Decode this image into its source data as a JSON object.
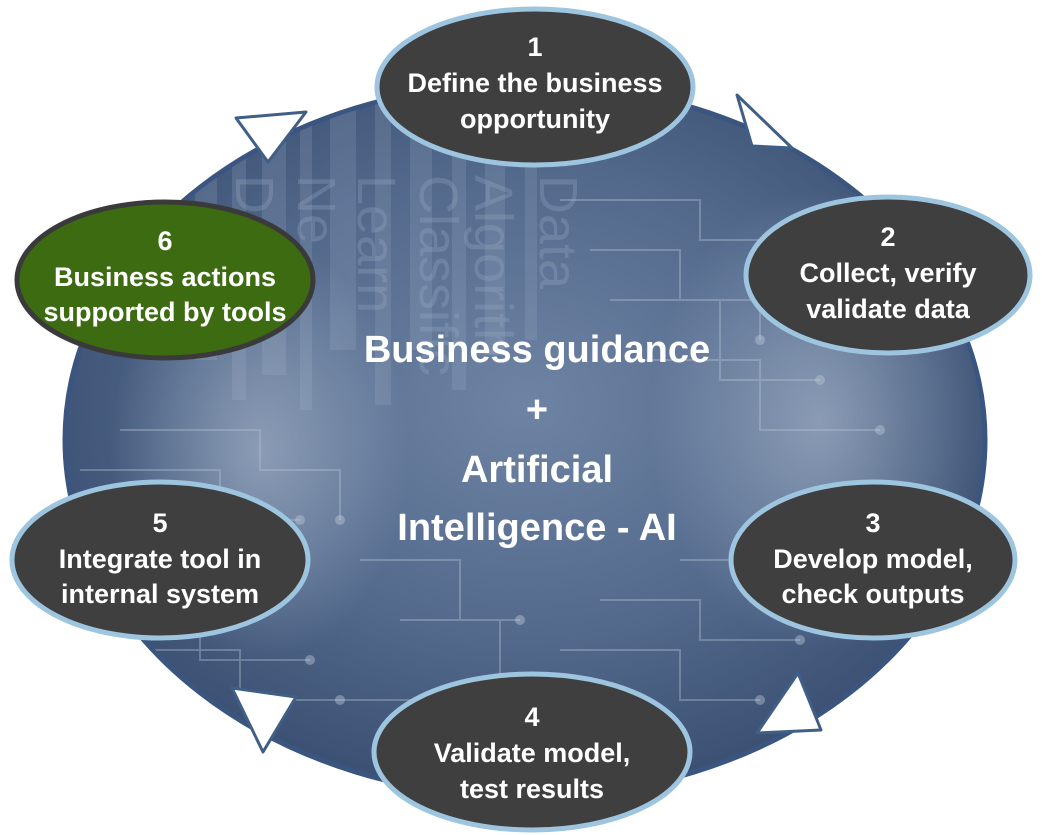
{
  "center": {
    "lines": [
      "Business guidance",
      "+",
      "Artificial",
      "Intelligence - AI"
    ]
  },
  "steps": [
    {
      "number": "1",
      "line1": "Define the business",
      "line2": "opportunity",
      "highlight": false
    },
    {
      "number": "2",
      "line1": "Collect, verify",
      "line2": "validate data",
      "highlight": false
    },
    {
      "number": "3",
      "line1": "Develop model,",
      "line2": "check outputs",
      "highlight": false
    },
    {
      "number": "4",
      "line1": "Validate model,",
      "line2": "test results",
      "highlight": false
    },
    {
      "number": "5",
      "line1": "Integrate tool in",
      "line2": "internal system",
      "highlight": false
    },
    {
      "number": "6",
      "line1": "Business actions",
      "line2": "supported by tools",
      "highlight": true
    }
  ],
  "colors": {
    "node_fill": "#3f3f3f",
    "node_highlight_fill": "#3d6b12",
    "node_border": "#9ec5e0",
    "background_base": "#52698c",
    "arrow_fill": "#ffffff",
    "arrow_stroke": "#3f5f86"
  },
  "background_art_words": [
    "Data",
    "Algorith",
    "Classific",
    "Learn",
    "Ne",
    "De"
  ]
}
